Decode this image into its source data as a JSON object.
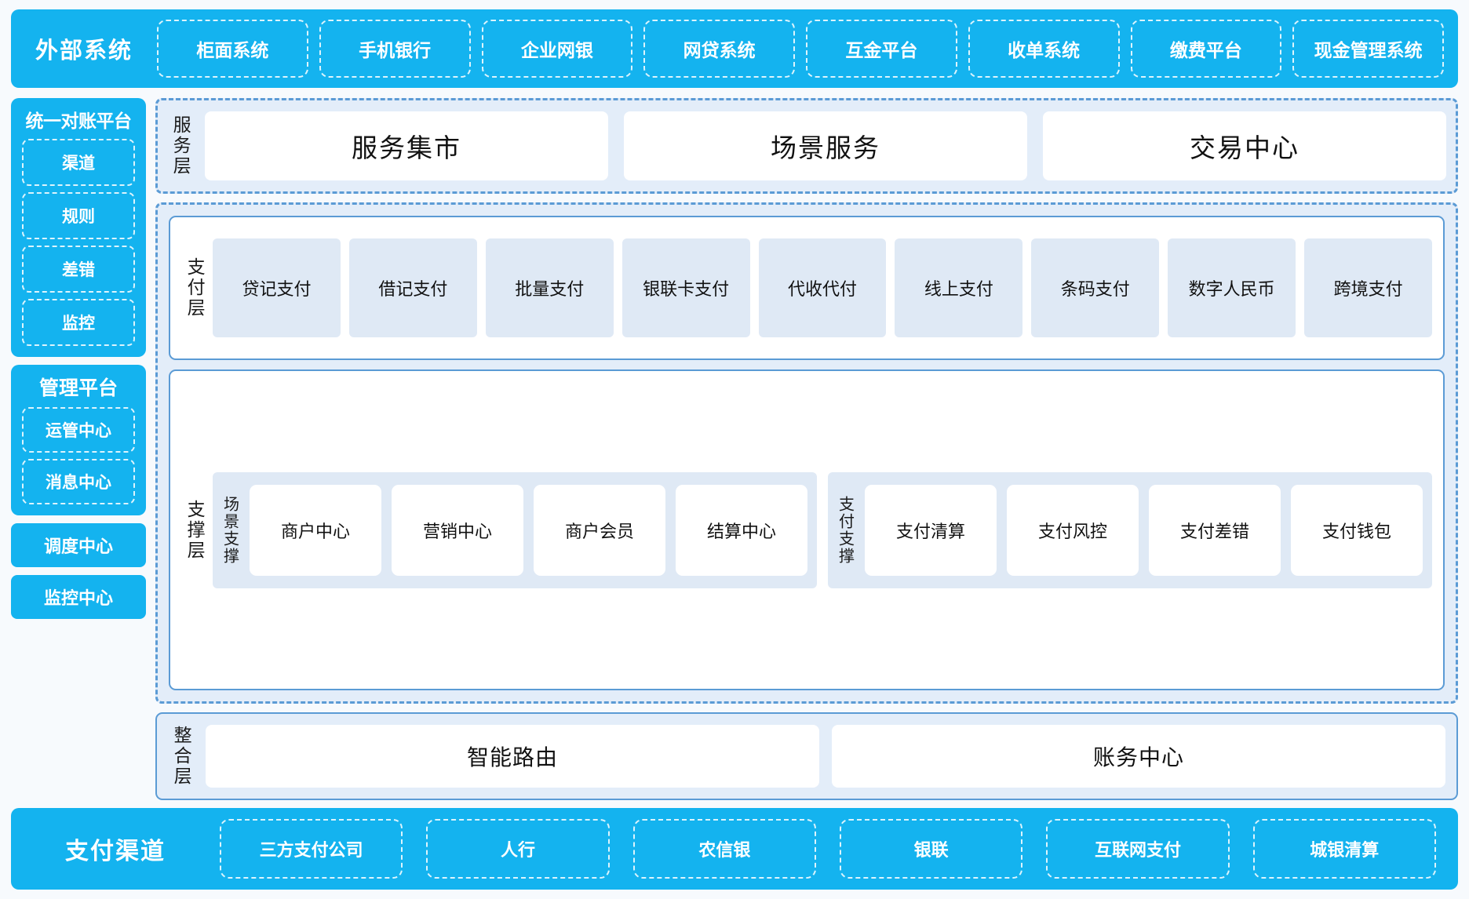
{
  "colors": {
    "brand_cyan": "#14b3ef",
    "panel_border_blue": "#5b9bd5",
    "light_blue_fill": "#e3edf9",
    "tile_blue": "#dfe9f5",
    "page_bg": "#f7fafd"
  },
  "external": {
    "title": "外部系统",
    "items": [
      "柜面系统",
      "手机银行",
      "企业网银",
      "网贷系统",
      "互金平台",
      "收单系统",
      "缴费平台",
      "现金管理系统"
    ]
  },
  "rail": {
    "reconciliation": {
      "title": "统一对账平台",
      "items": [
        "渠道",
        "规则",
        "差错",
        "监控"
      ]
    },
    "management": {
      "title": "管理平台",
      "items": [
        "运管中心",
        "消息中心"
      ]
    },
    "standalone": [
      "调度中心",
      "监控中心"
    ]
  },
  "service_layer": {
    "label": "服务层",
    "cards": [
      "服务集市",
      "场景服务",
      "交易中心"
    ]
  },
  "payment_layer": {
    "label": "支付层",
    "tiles": [
      "贷记支付",
      "借记支付",
      "批量支付",
      "银联卡支付",
      "代收代付",
      "线上支付",
      "条码支付",
      "数字人民币",
      "跨境支付"
    ]
  },
  "support_layer": {
    "label": "支撑层",
    "groups": [
      {
        "label": "场景支撑",
        "cards": [
          "商户中心",
          "营销中心",
          "商户会员",
          "结算中心"
        ]
      },
      {
        "label": "支付支撑",
        "cards": [
          "支付清算",
          "支付风控",
          "支付差错",
          "支付钱包"
        ]
      }
    ]
  },
  "integration_layer": {
    "label": "整合层",
    "cards": [
      "智能路由",
      "账务中心"
    ]
  },
  "channel": {
    "title": "支付渠道",
    "items": [
      "三方支付公司",
      "人行",
      "农信银",
      "银联",
      "互联网支付",
      "城银清算"
    ]
  }
}
